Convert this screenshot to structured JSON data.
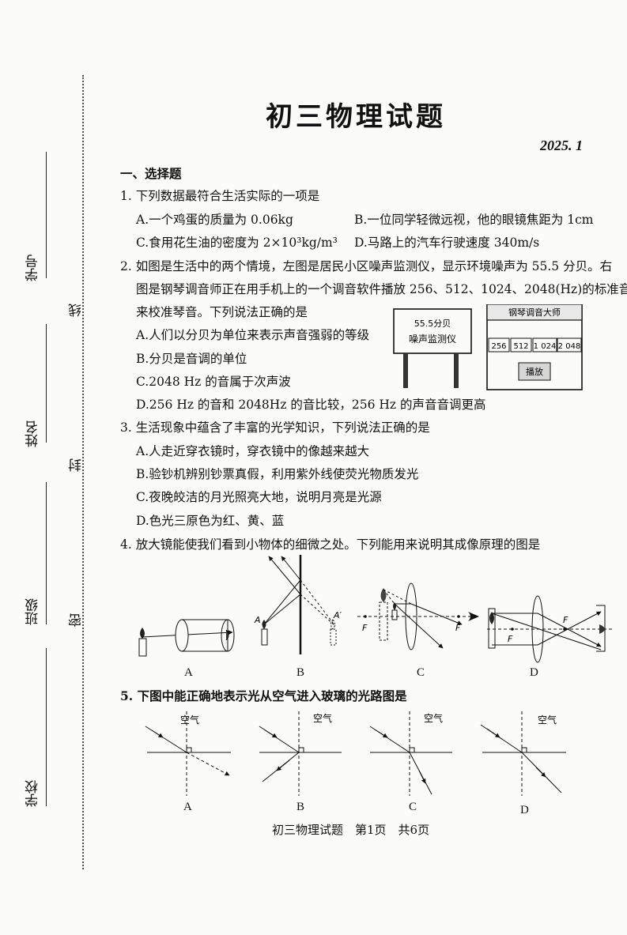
{
  "header": {
    "title": "初三物理试题",
    "date": "2025. 1"
  },
  "binding": {
    "fields": [
      "学号",
      "姓名",
      "班级",
      "学校"
    ],
    "marks": [
      "线",
      "封",
      "密"
    ]
  },
  "section": "一、选择题",
  "questions": [
    {
      "stem": "1. 下列数据最符合生活实际的一项是",
      "options": [
        "A.一个鸡蛋的质量为 0.06kg",
        "B.一位同学轻微远视，他的眼镜焦距为 1cm",
        "C.食用花生油的密度为 2×10³kg/m³",
        "D.马路上的汽车行驶速度 340m/s"
      ]
    },
    {
      "stem1": "2. 如图是生活中的两个情境，左图是居民小区噪声监测仪，显示环境噪声为 55.5 分贝。右",
      "stem2": "图是钢琴调音师正在用手机上的一个调音软件播放 256、512、1024、2048(Hz)的标准音",
      "stem3": "来校准琴音。下列说法正确的是",
      "options": [
        "A.人们以分贝为单位来表示声音强弱的等级",
        "B.分贝是音调的单位",
        "C.2048 Hz 的音属于次声波",
        "D.256 Hz 的音和 2048Hz 的音比较，256 Hz 的声音音调更高"
      ],
      "monitor": {
        "value": "55.5分贝",
        "name": "噪声监测仪"
      },
      "app": {
        "title": "钢琴调音大师",
        "freqs": [
          "256",
          "512",
          "1 024",
          "2 048"
        ],
        "play": "播放"
      }
    },
    {
      "stem": "3. 生活现象中蕴含了丰富的光学知识，下列说法正确的是",
      "options": [
        "A.人走近穿衣镜时，穿衣镜中的像越来越大",
        "B.验钞机辨别钞票真假，利用紫外线使荧光物质发光",
        "C.夜晚皎洁的月光照亮大地，说明月亮是光源",
        "D.色光三原色为红、黄、蓝"
      ]
    },
    {
      "stem": "4. 放大镜能使我们看到小物体的细微之处。下列能用来说明其成像原理的图是",
      "figs": [
        "A",
        "B",
        "C",
        "D"
      ],
      "marks": {
        "a": "A",
        "a2": "A′",
        "f": "F"
      }
    },
    {
      "stem": "5. 下图中能正确地表示光从空气进入玻璃的光路图是",
      "figs": [
        "A",
        "B",
        "C",
        "D"
      ],
      "medium": "空气"
    }
  ],
  "footer": "初三物理试题　第1页　共6页"
}
